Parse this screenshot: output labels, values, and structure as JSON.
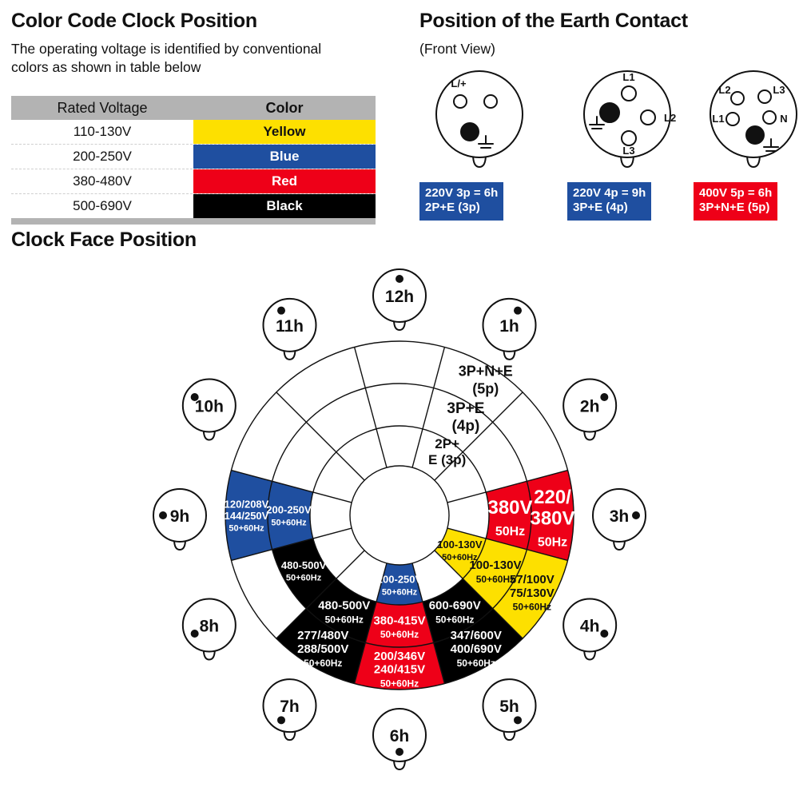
{
  "sections": {
    "color_code": {
      "title": "Color Code Clock Position",
      "description_line1": "The operating voltage is identified by conventional",
      "description_line2": "colors as shown in table below"
    },
    "earth_contact": {
      "title": "Position of the Earth Contact",
      "subtitle": "(Front View)"
    },
    "clock_face": {
      "title": "Clock Face Position"
    }
  },
  "table": {
    "headers": [
      "Rated Voltage",
      "Color"
    ],
    "rows": [
      {
        "voltage": "110-130V",
        "color_name": "Yellow",
        "swatch": "#FDE000",
        "text_color": "#111111"
      },
      {
        "voltage": "200-250V",
        "color_name": "Blue",
        "swatch": "#1F4FA0",
        "text_color": "#FFFFFF"
      },
      {
        "voltage": "380-480V",
        "color_name": "Red",
        "swatch": "#EE0018",
        "text_color": "#FFFFFF"
      },
      {
        "voltage": "500-690V",
        "color_name": "Black",
        "swatch": "#000000",
        "text_color": "#FFFFFF"
      }
    ]
  },
  "plugs": [
    {
      "id": "plug-2p-e",
      "pins": [
        {
          "label": "L/+",
          "filled": false
        },
        {
          "label": "",
          "filled": false
        },
        {
          "label": "",
          "filled": true
        }
      ],
      "caption_line1": "220V 3p = 6h",
      "caption_line2": "2P+E (3p)",
      "caption_bg": "#1F4FA0",
      "earth_hour": "6h"
    },
    {
      "id": "plug-3p-e",
      "pins": [
        {
          "label": "L1",
          "filled": false
        },
        {
          "label": "L2",
          "filled": false
        },
        {
          "label": "L3",
          "filled": false
        },
        {
          "label": "",
          "filled": true
        }
      ],
      "caption_line1": "220V 4p = 9h",
      "caption_line2": "3P+E (4p)",
      "caption_bg": "#1F4FA0",
      "earth_hour": "9h"
    },
    {
      "id": "plug-3p-n-e",
      "pins": [
        {
          "label": "L2",
          "filled": false
        },
        {
          "label": "L3",
          "filled": false
        },
        {
          "label": "L1",
          "filled": false
        },
        {
          "label": "N",
          "filled": false
        },
        {
          "label": "",
          "filled": true
        }
      ],
      "caption_line1": "400V 5p = 6h",
      "caption_line2": "3P+N+E (5p)",
      "caption_bg": "#EE0018",
      "earth_hour": "6h"
    }
  ],
  "chart_data": {
    "type": "pie",
    "title": "Clock Face Position",
    "legend_position": "around-perimeter",
    "hour_markers": [
      "12h",
      "1h",
      "2h",
      "3h",
      "4h",
      "5h",
      "6h",
      "7h",
      "8h",
      "9h",
      "10h",
      "11h"
    ],
    "rings": [
      {
        "index": 1,
        "label_line1": "2P+",
        "label_line2": "E (3p)",
        "inner_r": 62,
        "outer_r": 112
      },
      {
        "index": 2,
        "label_line1": "3P+E",
        "label_line2": "(4p)",
        "inner_r": 112,
        "outer_r": 165
      },
      {
        "index": 3,
        "label_line1": "3P+N+E",
        "label_line2": "(5p)",
        "inner_r": 165,
        "outer_r": 218
      }
    ],
    "colors": {
      "yellow": "#FDE000",
      "blue": "#1F4FA0",
      "red": "#EE0018",
      "black": "#000000",
      "white": "#FFFFFF"
    },
    "sectors": [
      {
        "hour": 3,
        "ring": 2,
        "fill": "#EE0018",
        "text_color": "#FFFFFF",
        "lines": [
          {
            "t": "380V",
            "size": 24
          },
          {
            "t": "50Hz",
            "size": 16
          }
        ]
      },
      {
        "hour": 3,
        "ring": 3,
        "fill": "#EE0018",
        "text_color": "#FFFFFF",
        "lines": [
          {
            "t": "220/",
            "size": 24
          },
          {
            "t": "380V",
            "size": 24
          },
          {
            "t": "50Hz",
            "size": 16
          }
        ]
      },
      {
        "hour": 4,
        "ring": 1,
        "fill": "#FDE000",
        "text_color": "#111111",
        "lines": [
          {
            "t": "100-130V",
            "size": 13
          },
          {
            "t": "50+60Hz",
            "size": 11
          }
        ]
      },
      {
        "hour": 4,
        "ring": 2,
        "fill": "#FDE000",
        "text_color": "#111111",
        "lines": [
          {
            "t": "100-130V",
            "size": 15
          },
          {
            "t": "50+60Hz",
            "size": 12
          }
        ]
      },
      {
        "hour": 4,
        "ring": 3,
        "fill": "#FDE000",
        "text_color": "#111111",
        "lines": [
          {
            "t": "57/100V",
            "size": 15
          },
          {
            "t": "75/130V",
            "size": 15
          },
          {
            "t": "50+60Hz",
            "size": 12
          }
        ]
      },
      {
        "hour": 5,
        "ring": 2,
        "fill": "#000000",
        "text_color": "#FFFFFF",
        "lines": [
          {
            "t": "600-690V",
            "size": 15
          },
          {
            "t": "50+60Hz",
            "size": 12
          }
        ]
      },
      {
        "hour": 5,
        "ring": 3,
        "fill": "#000000",
        "text_color": "#FFFFFF",
        "lines": [
          {
            "t": "347/600V",
            "size": 15
          },
          {
            "t": "400/690V",
            "size": 15
          },
          {
            "t": "50+60Hz",
            "size": 12
          }
        ]
      },
      {
        "hour": 6,
        "ring": 1,
        "fill": "#1F4FA0",
        "text_color": "#FFFFFF",
        "lines": [
          {
            "t": "200-250V",
            "size": 13
          },
          {
            "t": "50+60Hz",
            "size": 11
          }
        ]
      },
      {
        "hour": 6,
        "ring": 2,
        "fill": "#EE0018",
        "text_color": "#FFFFFF",
        "lines": [
          {
            "t": "380-415V",
            "size": 15
          },
          {
            "t": "50+60Hz",
            "size": 12
          }
        ]
      },
      {
        "hour": 6,
        "ring": 3,
        "fill": "#EE0018",
        "text_color": "#FFFFFF",
        "lines": [
          {
            "t": "200/346V",
            "size": 15
          },
          {
            "t": "240/415V",
            "size": 15
          },
          {
            "t": "50+60Hz",
            "size": 12
          }
        ]
      },
      {
        "hour": 7,
        "ring": 2,
        "fill": "#000000",
        "text_color": "#FFFFFF",
        "lines": [
          {
            "t": "480-500V",
            "size": 15
          },
          {
            "t": "50+60Hz",
            "size": 12
          }
        ]
      },
      {
        "hour": 7,
        "ring": 3,
        "fill": "#000000",
        "text_color": "#FFFFFF",
        "lines": [
          {
            "t": "277/480V",
            "size": 15
          },
          {
            "t": "288/500V",
            "size": 15
          },
          {
            "t": "50+60Hz",
            "size": 12
          }
        ]
      },
      {
        "hour": 8,
        "ring": 2,
        "fill": "#000000",
        "text_color": "#FFFFFF",
        "lines": [
          {
            "t": "480-500V",
            "size": 13
          },
          {
            "t": "50+60Hz",
            "size": 11
          }
        ]
      },
      {
        "hour": 9,
        "ring": 2,
        "fill": "#1F4FA0",
        "text_color": "#FFFFFF",
        "lines": [
          {
            "t": "200-250V",
            "size": 13
          },
          {
            "t": "50+60Hz",
            "size": 11
          }
        ]
      },
      {
        "hour": 9,
        "ring": 3,
        "fill": "#1F4FA0",
        "text_color": "#FFFFFF",
        "lines": [
          {
            "t": "120/208V",
            "size": 13
          },
          {
            "t": "144/250V",
            "size": 13
          },
          {
            "t": "50+60Hz",
            "size": 11
          }
        ]
      }
    ]
  }
}
